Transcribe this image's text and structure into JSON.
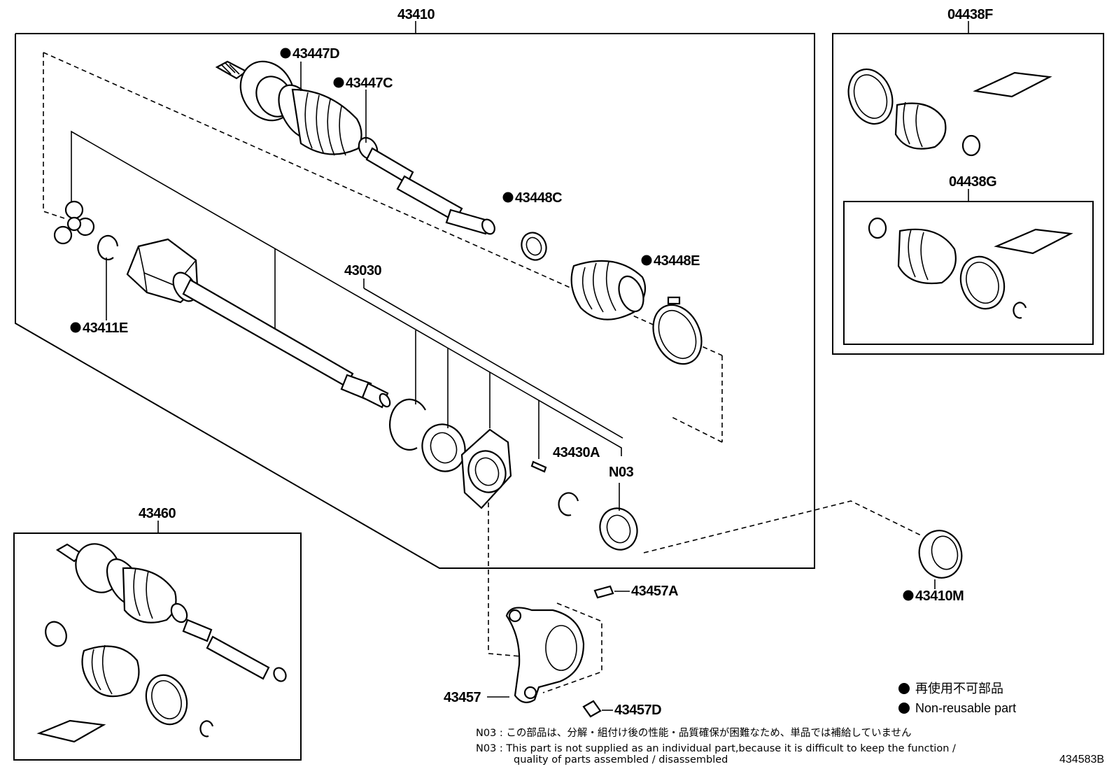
{
  "labels": {
    "p43410": "43410",
    "p43447D": "43447D",
    "p43447C": "43447C",
    "p43448C": "43448C",
    "p43448E": "43448E",
    "p43030": "43030",
    "p43411E": "43411E",
    "p43430A": "43430A",
    "pN03": "N03",
    "p43460": "43460",
    "p04438F": "04438F",
    "p04438G": "04438G",
    "p43410M": "43410M",
    "p43457A": "43457A",
    "p43457": "43457",
    "p43457D": "43457D"
  },
  "legend": {
    "jp": "再使用不可部品",
    "en": "Non-reusable part"
  },
  "notes": {
    "n03_jp": "N03 :  この部品は、分解・組付け後の性能・品質確保が困難なため、単品では補給していません",
    "n03_en_line1": "N03 :  This part is not supplied as an individual part,because it is difficult to keep the function /",
    "n03_en_line2": "quality of parts assembled / disassembled"
  },
  "diagram_code": "434583B"
}
